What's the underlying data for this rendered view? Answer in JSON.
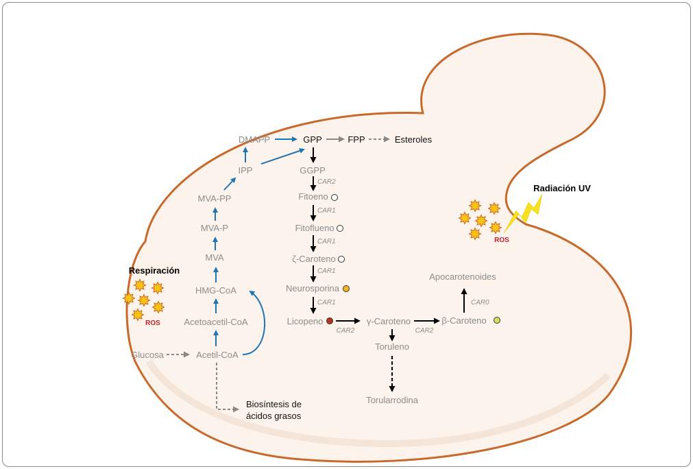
{
  "colors": {
    "membrane": "#c8692a",
    "cytoplasm": "#fbf3ec",
    "mva_arrow": "#1f74b4",
    "carotenoid_arrow": "#000000",
    "star": "#f7c21a",
    "ros_text": "#c0202a",
    "uv_bolt": "#f6e020"
  },
  "mva_pathway": {
    "dmapp": "DMAPP",
    "ipp": "IPP",
    "mva_pp": "MVA-PP",
    "mva_p": "MVA-P",
    "mva": "MVA",
    "hmg_coa": "HMG-CoA",
    "acetoacetil_coa": "Acetoacetil-CoA",
    "acetil_coa": "Acetil-CoA",
    "glucosa": "Glucosa",
    "fatty_acids_1": "Biosíntesis de",
    "fatty_acids_2": "ácidos grasos"
  },
  "top_row": {
    "gpp": "GPP",
    "fpp": "FPP",
    "esteroles": "Esteroles"
  },
  "carotenoids": [
    {
      "name": "GGPP"
    },
    {
      "name": "Fitoeno",
      "dot": "#ffffff",
      "enzyme": "CAR2"
    },
    {
      "name": "Fitoflueno",
      "dot": "#ffffff",
      "enzyme": "CAR1"
    },
    {
      "name": "ζ-Caroteno",
      "dot": "#ffffff",
      "enzyme": "CAR1"
    },
    {
      "name": "Neurosporina",
      "dot": "#f0b820",
      "enzyme": "CAR1"
    },
    {
      "name": "Licopeno",
      "dot": "#b8341a",
      "enzyme": "CAR1"
    }
  ],
  "branch": {
    "gamma": "γ-Caroteno",
    "gamma_enzyme": "CAR2",
    "beta": "β-Caroteno",
    "beta_dot": "#d6df5c",
    "beta_enzyme": "CAR2",
    "apo": "Apocarotenoides",
    "apo_enzyme": "CAR0",
    "toruleno": "Toruleno",
    "torularrodina": "Torularrodina"
  },
  "stress": {
    "respiracion": "Respiración",
    "ros_left": "ROS",
    "uv": "Radiación UV",
    "ros_right": "ROS"
  }
}
